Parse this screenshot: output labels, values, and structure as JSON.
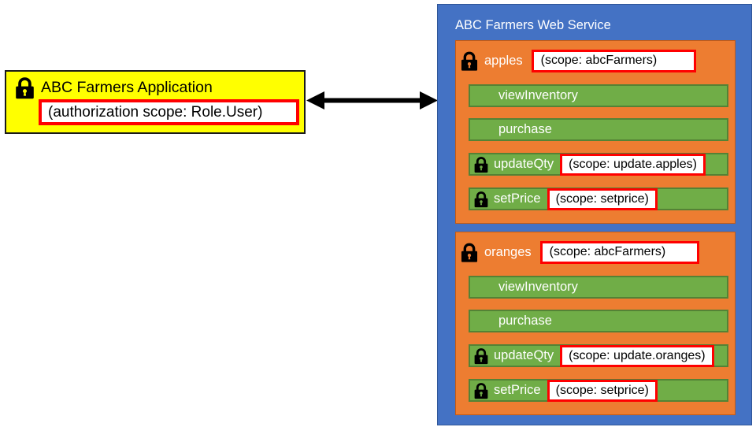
{
  "colors": {
    "client_bg": "#ffff00",
    "client_border": "#1a1a1a",
    "service_bg": "#4472c4",
    "resource_bg": "#ed7d31",
    "operation_bg": "#70ad47",
    "operation_border": "#548235",
    "highlight_border": "#ff0000",
    "highlight_bg": "#ffffff",
    "arrow": "#000000"
  },
  "client": {
    "icon": "lock-icon",
    "title": "ABC Farmers Application",
    "scope": "(authorization scope: Role.User)"
  },
  "connector": {
    "icon": "double-headed-arrow-icon"
  },
  "service": {
    "title": "ABC Farmers Web Service",
    "resources": [
      {
        "icon": "lock-icon",
        "name": "apples",
        "scope": "(scope: abcFarmers)",
        "operations": [
          {
            "label": "viewInventory",
            "locked": false,
            "scope": null
          },
          {
            "label": "purchase",
            "locked": false,
            "scope": null
          },
          {
            "label": "updateQty",
            "locked": true,
            "scope": "(scope: update.apples)"
          },
          {
            "label": "setPrice",
            "locked": true,
            "scope": "(scope: setprice)"
          }
        ]
      },
      {
        "icon": "lock-icon",
        "name": "oranges",
        "scope": "(scope: abcFarmers)",
        "operations": [
          {
            "label": "viewInventory",
            "locked": false,
            "scope": null
          },
          {
            "label": "purchase",
            "locked": false,
            "scope": null
          },
          {
            "label": "updateQty",
            "locked": true,
            "scope": "(scope: update.oranges)"
          },
          {
            "label": "setPrice",
            "locked": true,
            "scope": "(scope: setprice)"
          }
        ]
      }
    ]
  }
}
